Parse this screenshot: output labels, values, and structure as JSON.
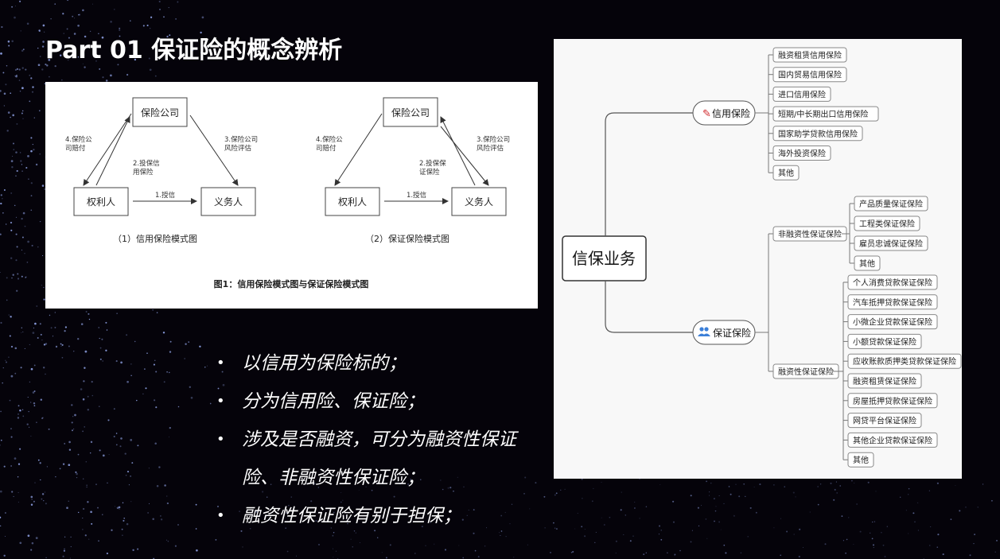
{
  "title": "Part 01 保证险的概念辨析",
  "figure1": {
    "caption": "图1：信用保险模式图与保证保险模式图",
    "left": {
      "subcaption": "（1）信用保险模式图",
      "insurer": "保险公司",
      "creditor": "权利人",
      "debtor": "义务人",
      "edge_pay": [
        "4.保险公",
        "司赔付"
      ],
      "edge_apply": [
        "2.投保信",
        "用保险"
      ],
      "edge_assess": [
        "3.保险公司",
        "风险评估"
      ],
      "edge_credit": "1.授信"
    },
    "right": {
      "subcaption": "（2）保证保险模式图",
      "insurer": "保险公司",
      "creditor": "权利人",
      "debtor": "义务人",
      "edge_pay": [
        "4.保险公",
        "司赔付"
      ],
      "edge_apply": [
        "2.投保保",
        "证保险"
      ],
      "edge_assess": [
        "3.保险公司",
        "风险评估"
      ],
      "edge_credit": "1.授信"
    }
  },
  "mindmap": {
    "root": "信保业务",
    "branch_credit": {
      "label": "信用保险",
      "icon": "pencil-icon",
      "items": [
        "融资租赁信用保险",
        "国内贸易信用保险",
        "进口信用保险",
        "短期/中长期出口信用保险",
        "国家助学贷款信用保险",
        "海外投资保险",
        "其他"
      ]
    },
    "branch_guarantee": {
      "label": "保证保险",
      "icon": "people-icon",
      "non_financing": {
        "label": "非融资性保证保险",
        "items": [
          "产品质量保证保险",
          "工程类保证保险",
          "雇员忠诚保证保险",
          "其他"
        ]
      },
      "financing": {
        "label": "融资性保证保险",
        "items": [
          "个人消费贷款保证保险",
          "汽车抵押贷款保证保险",
          "小微企业贷款保证保险",
          "小额贷款保证保险",
          "应收账款质押类贷款保证保险",
          "融资租赁保证保险",
          "房屋抵押贷款保证保险",
          "网贷平台保证保险",
          "其他企业贷款保证保险",
          "其他"
        ]
      }
    }
  },
  "bullets": [
    "以信用为保险标的；",
    "分为信用险、保证险；",
    "涉及是否融资，可分为融资性保证险、非融资性保证险；",
    "融资性保证险有别于担保；"
  ],
  "colors": {
    "background": "#05030a",
    "dots": "#9fb4ff",
    "pencil": "#d0262a",
    "people": "#3b7fd8"
  }
}
